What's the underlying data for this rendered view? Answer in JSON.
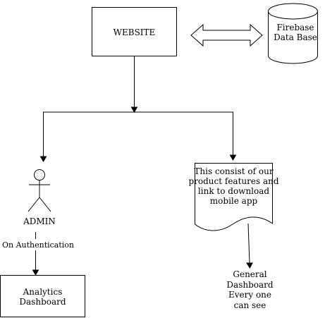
{
  "website": {
    "label": "WEBSITE"
  },
  "firebase": {
    "line1": "Firebase",
    "line2": "Data Base"
  },
  "admin": {
    "label": "ADMIN"
  },
  "auth_edge": {
    "label": "On Authentication"
  },
  "analytics": {
    "line1": "Analytics",
    "line2": "Dashboard"
  },
  "product_doc": {
    "line1": "This consist of our",
    "line2": "product features and",
    "line3": "link to download",
    "line4": "mobile app"
  },
  "general": {
    "line1": "General",
    "line2": "Dashboard",
    "line3": "Every one",
    "line4": "can see"
  }
}
